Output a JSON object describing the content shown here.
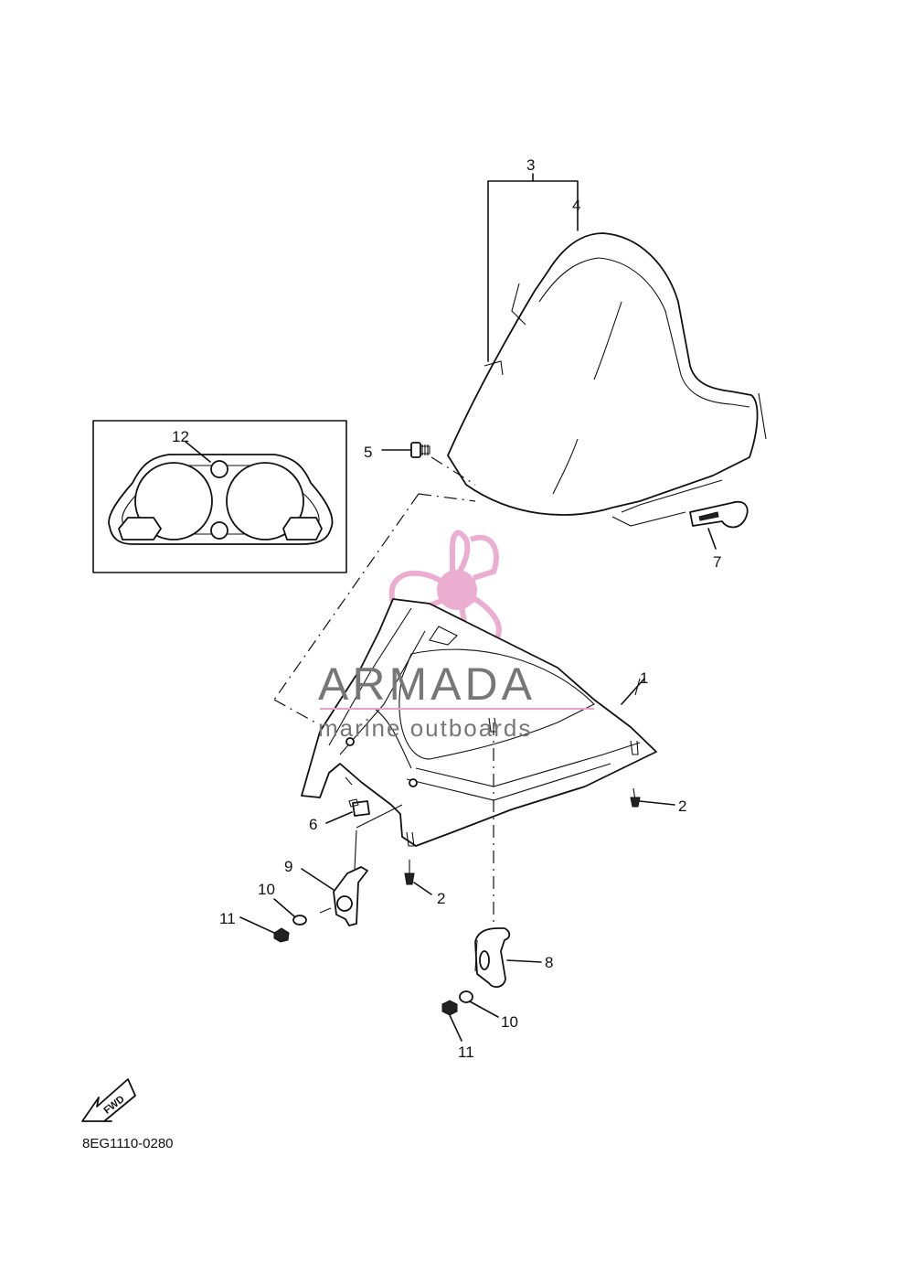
{
  "diagram": {
    "callouts": [
      {
        "id": "c3",
        "text": "3"
      },
      {
        "id": "c4",
        "text": "4"
      },
      {
        "id": "c5",
        "text": "5"
      },
      {
        "id": "c7",
        "text": "7"
      },
      {
        "id": "c12",
        "text": "12"
      },
      {
        "id": "c1",
        "text": "1"
      },
      {
        "id": "c2a",
        "text": "2"
      },
      {
        "id": "c2b",
        "text": "2"
      },
      {
        "id": "c6",
        "text": "6"
      },
      {
        "id": "c9",
        "text": "9"
      },
      {
        "id": "c10a",
        "text": "10"
      },
      {
        "id": "c11a",
        "text": "11"
      },
      {
        "id": "c8",
        "text": "8"
      },
      {
        "id": "c10b",
        "text": "10"
      },
      {
        "id": "c11b",
        "text": "11"
      }
    ],
    "direction_label": "FWD",
    "drawing_code": "8EG1110-0280"
  },
  "watermark": {
    "brand": "ARMADA",
    "tagline": "marine outboards",
    "brand_color": "#777777",
    "logo_color": "#e8a0c8"
  }
}
